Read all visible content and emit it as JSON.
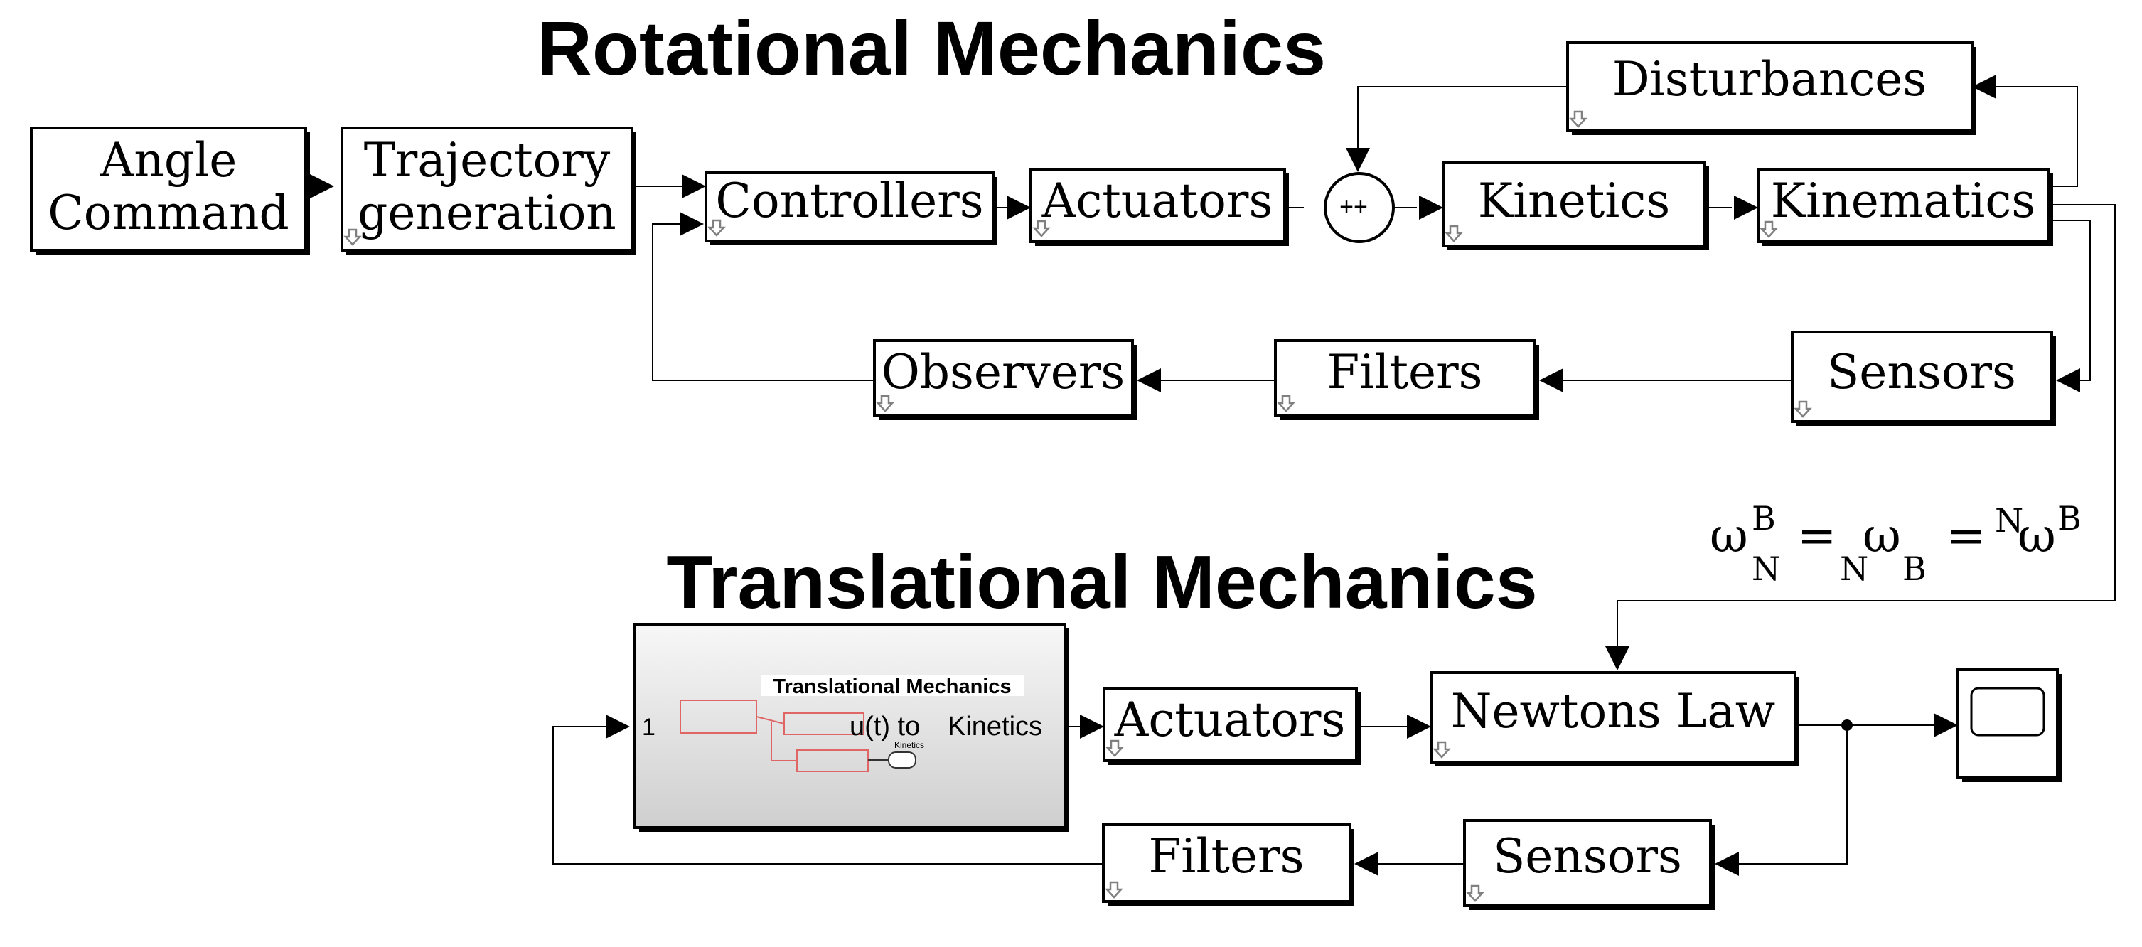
{
  "headings": {
    "rotational": "Rotational Mechanics",
    "translational": "Translational Mechanics"
  },
  "rotational_blocks": {
    "angle_command": [
      "Angle",
      "Command"
    ],
    "trajectory_generation": [
      "Trajectory",
      "generation"
    ],
    "controllers": "Controllers",
    "actuators": "Actuators",
    "sum_signs": "++",
    "kinetics": "Kinetics",
    "kinematics": "Kinematics",
    "disturbances": "Disturbances",
    "sensors": "Sensors",
    "filters": "Filters",
    "observers": "Observers"
  },
  "equation": {
    "omega": "ω",
    "eq": "=",
    "N": "N",
    "B": "B"
  },
  "translational_blocks": {
    "subsystem_title": "Translational Mechanics",
    "subsystem_port": "1",
    "subsystem_ut": "u(t) to",
    "subsystem_kinetics": "Kinetics",
    "subsystem_tiny_label": "Kinetics",
    "actuators": "Actuators",
    "newtons_law": "Newtons Law",
    "sensors": "Sensors",
    "filters": "Filters"
  },
  "icons": [
    "block-corner-arrow-icon",
    "scope-display-icon"
  ]
}
